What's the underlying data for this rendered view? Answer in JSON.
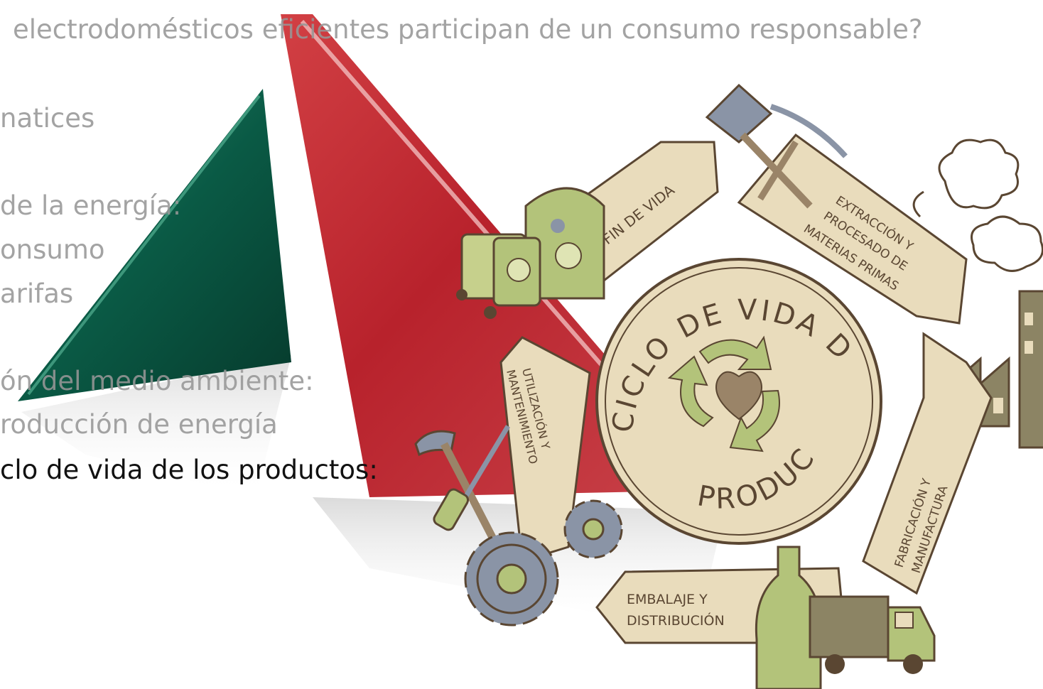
{
  "slide": {
    "heading": "electrodomésticos eficientes participan de un consumo responsable?",
    "lines": [
      "natices",
      "de la energía:",
      "onsumo",
      "arifas",
      "ón del medio ambiente:",
      "roducción de energía",
      "clo de vida de los productos:"
    ]
  },
  "diagram": {
    "center": {
      "top_text": "CICLO DE VIDA DEL",
      "bottom_text": "PRODUCTO"
    },
    "stages": [
      {
        "line1": "FIN DE VIDA",
        "line2": "",
        "line3": ""
      },
      {
        "line1": "EXTRACCIÓN Y",
        "line2": "PROCESADO DE",
        "line3": "MATERIAS PRIMAS"
      },
      {
        "line1": "FABRICACIÓN Y",
        "line2": "MANUFACTURA",
        "line3": ""
      },
      {
        "line1": "EMBALAJE Y",
        "line2": "DISTRIBUCIÓN",
        "line3": ""
      },
      {
        "line1": "UTILIZACIÓN Y",
        "line2": "MANTENIMIENTO",
        "line3": ""
      }
    ]
  },
  "colors": {
    "green_triangle": "#0a5a45",
    "red_triangle": "#b8222c",
    "parchment": "#e9dcbc",
    "ink": "#5a4632",
    "leaf_green": "#b3c37a",
    "slate": "#8a94a6",
    "factory": "#8c8464"
  },
  "icons": [
    "recycle-icon",
    "heart-icon",
    "shovel-icon",
    "pickaxe-icon",
    "factory-icon",
    "truck-icon",
    "bottle-icon",
    "gear-icon",
    "hammer-icon",
    "screwdriver-icon",
    "recycling-bin-icon",
    "cloud-icon"
  ]
}
